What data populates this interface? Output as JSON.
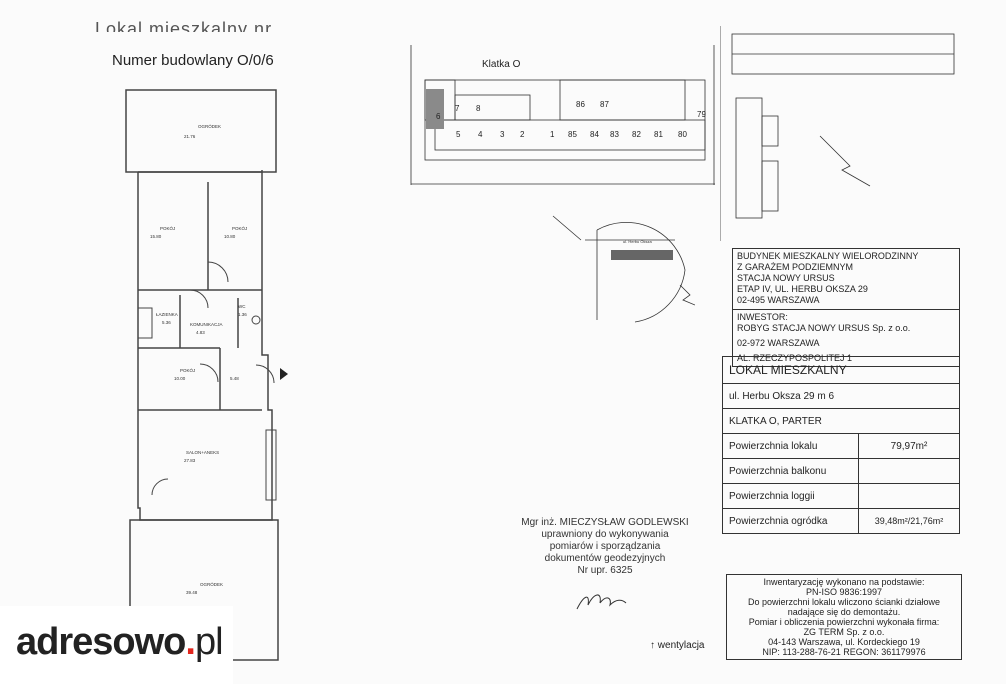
{
  "header": {
    "partial_title": "Lokal mieszkalny nr",
    "building_number": "Numer budowlany  O/0/6"
  },
  "site_plan": {
    "stair_label": "Klatka O",
    "units_top": [
      "7",
      "8",
      "86",
      "87",
      "79"
    ],
    "units_bottom": [
      "6",
      "5",
      "4",
      "3",
      "2",
      "1",
      "85",
      "84",
      "83",
      "82",
      "81",
      "80"
    ]
  },
  "location_map": {
    "street_label": "ul. Herbu Oksza"
  },
  "info": {
    "lines": [
      "BUDYNEK MIESZKALNY WIELORODZINNY",
      "Z GARAŻEM PODZIEMNYM",
      "STACJA NOWY URSUS",
      "ETAP IV, UL. HERBU OKSZA 29",
      "02-495 WARSZAWA"
    ],
    "investor_lines": [
      "INWESTOR:",
      "ROBYG STACJA NOWY URSUS Sp. z o.o.",
      "02-972 WARSZAWA",
      "AL. RZECZYPOSPOLITEJ 1"
    ]
  },
  "table": {
    "title": "LOKAL MIESZKALNY",
    "address": "ul. Herbu Oksza 29 m  6",
    "staircase": "KLATKA O, PARTER",
    "rows": [
      {
        "label": "Powierzchnia lokalu",
        "value": "79,97m²"
      },
      {
        "label": "Powierzchnia balkonu",
        "value": ""
      },
      {
        "label": "Powierzchnia loggii",
        "value": ""
      },
      {
        "label": "Powierzchnia ogródka",
        "value": "39,48m²/21,76m²"
      }
    ]
  },
  "surveyor": {
    "lines": [
      "Mgr inż. MIECZYSŁAW GODLEWSKI",
      "uprawniony do wykonywania",
      "pomiarów i sporządzania",
      "dokumentów geodezyjnych",
      "Nr upr. 6325"
    ]
  },
  "inventory": {
    "lines": [
      "Inwentaryzację wykonano na podstawie:",
      "PN-ISO 9836:1997",
      "Do powierzchni lokalu wliczono ścianki działowe",
      "nadające się do demontażu.",
      "Pomiar i obliczenia powierzchni wykonała firma:",
      "ZG TERM Sp. z o.o.",
      "04-143 Warszawa, ul. Kordeckiego 19",
      "NIP: 113-288-76-21 REGON: 361179976"
    ]
  },
  "legend": {
    "ventilation": "wentylacja"
  },
  "rooms": {
    "garden_top": "OGRÓDEK",
    "garden_top_area": "21.76",
    "room1": "POKÓJ",
    "room1_area": "15.80",
    "room2": "POKÓJ",
    "room2_area": "10.80",
    "bath": "ŁAZIENKA",
    "bath_area": "5.36",
    "wc": "WC",
    "wc_area": "1.36",
    "hall_comm": "KOMUNIKACJA",
    "hall_comm_area": "4.83",
    "room3": "POKÓJ",
    "room3_area": "10.00",
    "hall_area": "5.48",
    "living": "SALON+ANEKS",
    "living_area": "27.83",
    "garden_bottom": "OGRÓDEK",
    "garden_bottom_area": "39.48"
  },
  "brand": {
    "name": "adresowo",
    "dot": ".",
    "tld": "pl"
  }
}
